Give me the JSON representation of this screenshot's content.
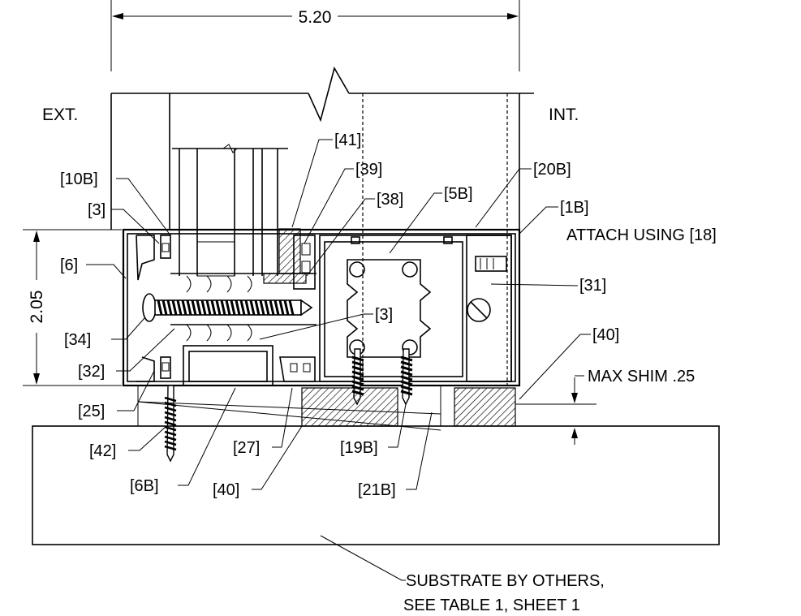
{
  "dimensions": {
    "width_label": "5.20",
    "height_label": "2.05"
  },
  "side_labels": {
    "exterior": "EXT.",
    "interior": "INT."
  },
  "callouts": {
    "c41": "[41]",
    "c39": "[39]",
    "c10b": "[10B]",
    "c38": "[38]",
    "c5b": "[5B]",
    "c20b": "[20B]",
    "c3_top": "[3]",
    "c1b": "[1B]",
    "attach_note": "ATTACH USING [18]",
    "c6": "[6]",
    "c31": "[31]",
    "c3_mid": "[3]",
    "c34": "[34]",
    "c40_right": "[40]",
    "c32": "[32]",
    "max_shim": "MAX SHIM .25",
    "c25": "[25]",
    "c42": "[42]",
    "c27": "[27]",
    "c19b": "[19B]",
    "c6b": "[6B]",
    "c40_bottom": "[40]",
    "c21b": "[21B]",
    "substrate_line1": "SUBSTRATE BY OTHERS,",
    "substrate_line2": "SEE TABLE 1, SHEET 1"
  }
}
